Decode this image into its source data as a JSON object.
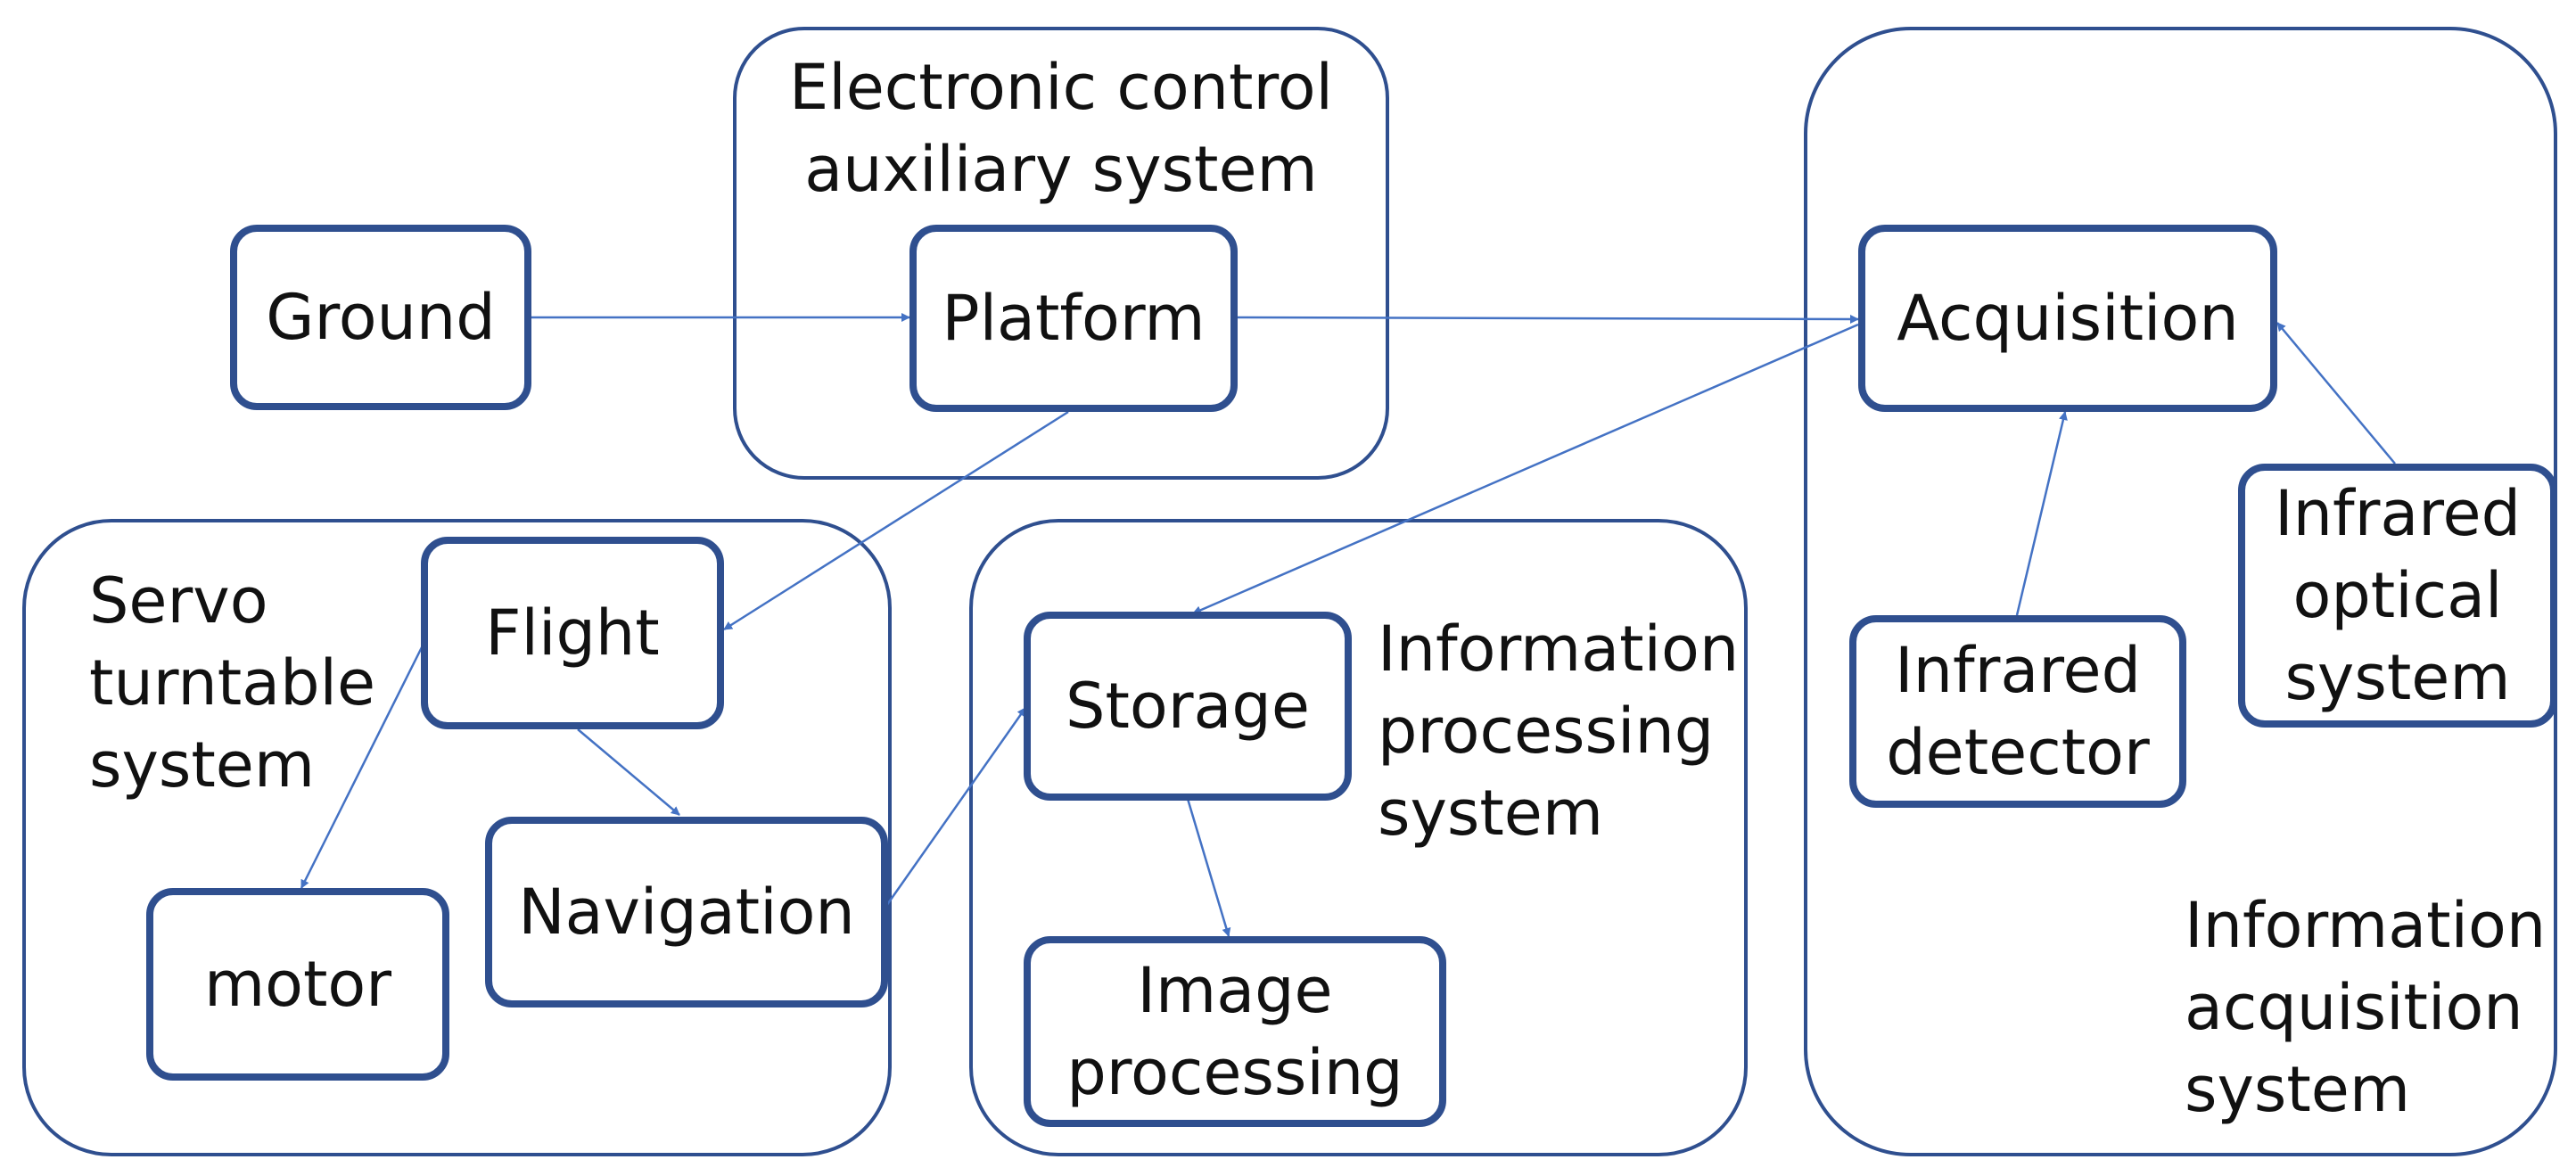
{
  "groups": {
    "electronic": [
      "Electronic control",
      "auxiliary system"
    ],
    "servo": [
      "Servo",
      "turntable",
      "system"
    ],
    "info_processing": [
      "Information",
      "processing",
      "system"
    ],
    "info_acquisition": [
      "Information",
      "acquisition",
      "system"
    ]
  },
  "nodes": {
    "ground": "Ground",
    "platform": "Platform",
    "acquisition": "Acquisition",
    "flight": "Flight",
    "storage": "Storage",
    "navigation": "Navigation",
    "motor": "motor",
    "image_processing": [
      "Image",
      "processing"
    ],
    "infrared_detector": [
      "Infrared",
      "detector"
    ],
    "infrared_optical": [
      "Infrared",
      "optical",
      "system"
    ]
  },
  "colors": {
    "border": "#2f4f8f",
    "arrow": "#4472c4"
  }
}
